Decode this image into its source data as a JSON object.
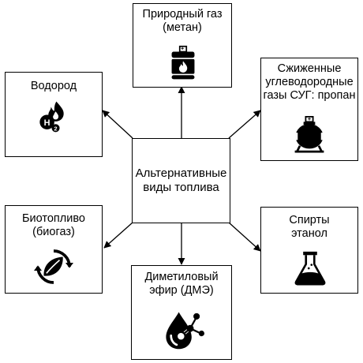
{
  "center": {
    "label": "Альтернативные\nвиды топлива"
  },
  "nodes": {
    "natural_gas": {
      "label": "Природный газ\n(метан)",
      "icon": "gas-cylinder-flame-icon"
    },
    "lpg": {
      "label": "Сжиженные\nуглеводородные\nгазы СУГ: пропан",
      "icon": "gas-tank-icon"
    },
    "hydrogen": {
      "label": "Водород",
      "icon": "hydrogen-flame-icon"
    },
    "biofuel": {
      "label": "Биотопливо\n(биогаз)",
      "icon": "recycle-leaf-icon"
    },
    "alcohols": {
      "label": "Спирты\nэтанол",
      "icon": "flask-icon"
    },
    "dme": {
      "label": "Диметиловый\nэфир (ДМЭ)",
      "icon": "drop-molecule-icon"
    }
  },
  "colors": {
    "stroke": "#000000",
    "background": "#ffffff"
  }
}
